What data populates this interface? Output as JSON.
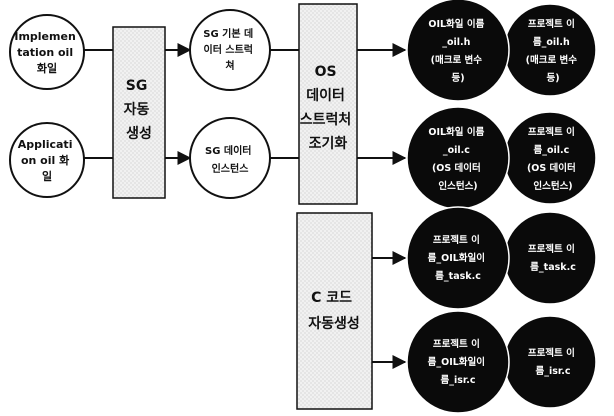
{
  "inputs": {
    "implementation": [
      "Implemen",
      "tation oil",
      "화일"
    ],
    "application": [
      "Applicati",
      "on oil 화",
      "일"
    ]
  },
  "boxes": {
    "sg_auto": [
      "SG",
      "자동",
      "생성"
    ],
    "os_init": [
      "OS",
      "데이터",
      "스트럭처",
      "조기화"
    ],
    "c_code": [
      "C 코드",
      "자동생성"
    ]
  },
  "mid": {
    "sg_struct": [
      "SG 기본 데",
      "이터 스트럭",
      "쳐"
    ],
    "sg_instance": [
      "SG 데이터",
      "인스턴스"
    ]
  },
  "outputs": {
    "row1_left": [
      "OIL화일 이름",
      "_oil.h",
      "(매크로 변수",
      "등)"
    ],
    "row1_right": [
      "프로젝트 이",
      "름_oil.h",
      "(매크로 변수",
      "등)"
    ],
    "row2_left": [
      "OIL화일 이름",
      "_oil.c",
      "(OS 데이터",
      "인스턴스)"
    ],
    "row2_right": [
      "프로젝트 이",
      "름_oil.c",
      "(OS 데이터",
      "인스턴스)"
    ],
    "row3_left": [
      "프로젝트 이",
      "름_OIL화일이",
      "름_task.c"
    ],
    "row3_right": [
      "프로젝트 이",
      "름_task.c"
    ],
    "row4_left": [
      "프로젝트 이",
      "름_OIL화일이",
      "름_isr.c"
    ],
    "row4_right": [
      "프로젝트 이",
      "름_isr.c"
    ]
  }
}
